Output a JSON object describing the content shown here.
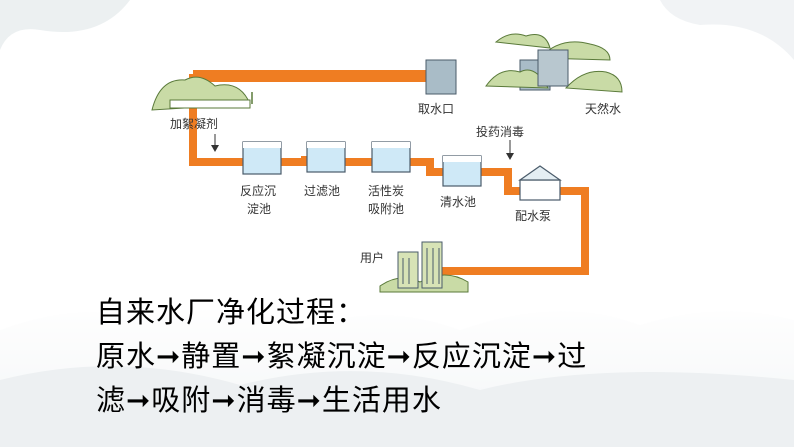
{
  "diagram": {
    "labels": {
      "intake": "取水口",
      "natural_water": "天然水",
      "coagulant": "加絮凝剂",
      "disinfect": "投药消毒",
      "reaction_tank_1": "反应沉",
      "reaction_tank_2": "淀池",
      "filter_tank": "过滤池",
      "carbon_tank_1": "活性炭",
      "carbon_tank_2": "吸附池",
      "clear_tank": "清水池",
      "pump": "配水泵",
      "user": "用户"
    },
    "colors": {
      "pipe": "#ef7d22",
      "water": "#cfe9f7",
      "tank_border": "#4a5b6a",
      "tree": "#c9dba6",
      "tree_edge": "#5a7a3a",
      "building": "#d7e3b6"
    }
  },
  "summary": {
    "line1": "自来水厂净化过程：",
    "line2": "原水➞静置➞絮凝沉淀➞反应沉淀➞过",
    "line3": "滤➞吸附➞消毒➞生活用水"
  }
}
